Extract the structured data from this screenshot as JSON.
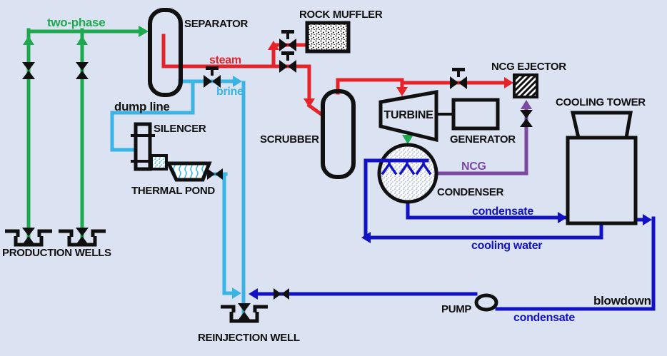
{
  "labels": {
    "two_phase": "two-phase",
    "separator": "SEPARATOR",
    "rock_muffler": "ROCK MUFFLER",
    "steam": "steam",
    "brine": "brine",
    "dump_line": "dump line",
    "silencer": "SILENCER",
    "thermal_pond": "THERMAL POND",
    "scrubber": "SCRUBBER",
    "turbine": "TURBINE",
    "generator": "GENERATOR",
    "ncg_ejector": "NCG EJECTOR",
    "cooling_tower": "COOLING TOWER",
    "ncg": "NCG",
    "condenser": "CONDENSER",
    "condensate_to_tower": "condensate",
    "cooling_water": "cooling water",
    "blowdown": "blowdown",
    "condensate_to_pump": "condensate",
    "pump": "PUMP",
    "production_wells": "PRODUCTION WELLS",
    "reinjection_well": "REINJECTION WELL"
  },
  "colors": {
    "background": "#dbe2f1",
    "two_phase_line": "#1ea850",
    "steam_line": "#e62328",
    "brine_line": "#3ab4e4",
    "condensate_line": "#1212c4",
    "ncg_line": "#7b4aa0",
    "equipment_outline": "#101010"
  },
  "streams": [
    {
      "label": "two-phase",
      "color": "#1ea850"
    },
    {
      "label": "steam",
      "color": "#e62328"
    },
    {
      "label": "brine",
      "color": "#3ab4e4"
    },
    {
      "label": "NCG",
      "color": "#7b4aa0"
    },
    {
      "label": "condensate",
      "color": "#1212c4"
    },
    {
      "label": "cooling water",
      "color": "#1212c4"
    },
    {
      "label": "blowdown",
      "color": "#1212c4"
    }
  ],
  "equipment": [
    "SEPARATOR",
    "ROCK MUFFLER",
    "SCRUBBER",
    "TURBINE",
    "GENERATOR",
    "NCG EJECTOR",
    "CONDENSER",
    "COOLING TOWER",
    "SILENCER",
    "THERMAL POND",
    "PUMP",
    "PRODUCTION WELLS",
    "REINJECTION WELL"
  ]
}
